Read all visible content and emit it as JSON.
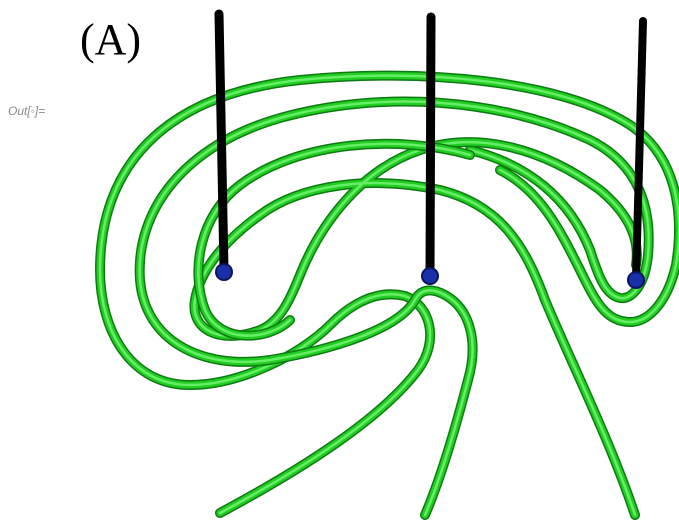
{
  "output_cell": {
    "label": "Out[◦]="
  },
  "figure": {
    "panel_label": "(A)",
    "colors": {
      "strand": "#22cc22",
      "strand_highlight": "#66ee66",
      "pole": "#000000",
      "anchor": "#1a2fa8"
    },
    "counts": {
      "poles": 3,
      "strands": 3
    }
  }
}
